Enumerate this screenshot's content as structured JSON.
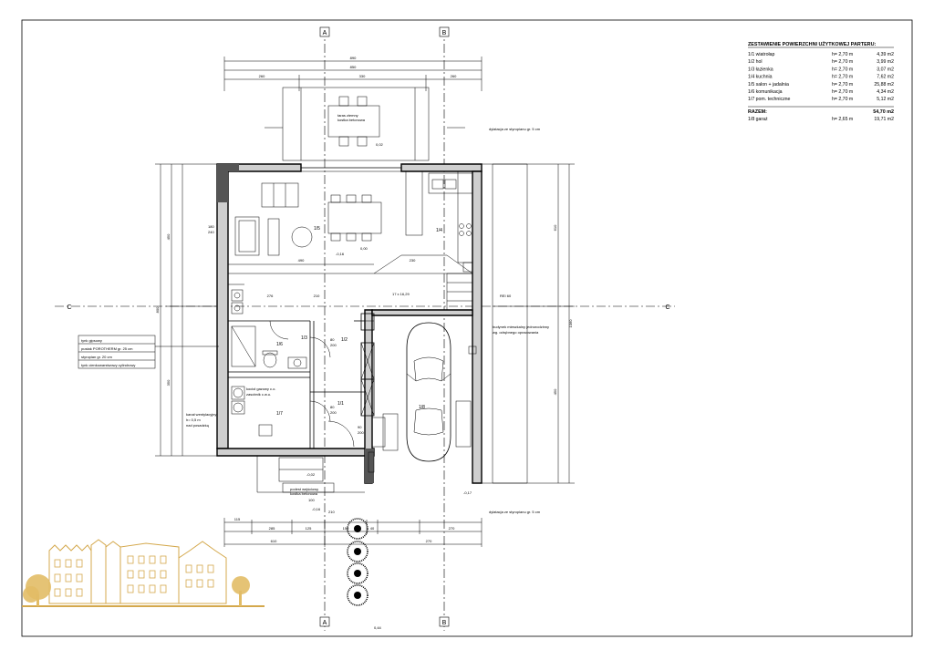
{
  "table": {
    "title": "ZESTAWIENIE POWIERZCHNI UŻYTKOWEJ PARTERU:",
    "rows": [
      {
        "name": "1/1 wiatrołap",
        "height": "h= 2,70 m",
        "area": "4,39 m2"
      },
      {
        "name": "1/2 hol",
        "height": "h= 2,70 m",
        "area": "3,99 m2"
      },
      {
        "name": "1/3 łazienka",
        "height": "h= 2,70 m",
        "area": "3,07 m2"
      },
      {
        "name": "1/4 kuchnia",
        "height": "h= 2,70 m",
        "area": "7,62 m2"
      },
      {
        "name": "1/5 salon + jadalnia",
        "height": "h= 2,70 m",
        "area": "25,88 m2"
      },
      {
        "name": "1/6 komunikacja",
        "height": "h= 2,70 m",
        "area": "4,34 m2"
      },
      {
        "name": "1/7 pom. techniczne",
        "height": "h= 2,70 m",
        "area": "5,12 m2"
      }
    ],
    "total_label": "RAZEM:",
    "total_value": "54,70 m2",
    "extra": {
      "name": "1/8 garaż",
      "height": "h= 2,65 m",
      "area": "19,71 m2"
    }
  },
  "axes": {
    "a": "A",
    "b": "B",
    "c": "C"
  },
  "labels": {
    "ins_top": "dylatacja ze styropianu gr. 5 cm",
    "ins_bottom": "dylatacja ze styropianu gr. 5 cm",
    "neighbor_line1": "budynek mieszkalny jednorodzinny",
    "neighbor_line2": "wg. odrębnego opracowania",
    "rei": "REI 60",
    "stairs": "17 x 16,29",
    "terrace_line1": "taras ziemny",
    "terrace_line2": "kostka betonowa",
    "wall_1": "tynk gipsowy",
    "wall_2": "pustak POROTHERM gr. 25 cm",
    "wall_3": "styropian gr. 20 cm",
    "wall_4": "tynk cienkowarstwowy cylindrowy",
    "chimney_line1": "kanał wentylacyjny",
    "chimney_line2": "h= 0,5 m",
    "chimney_line3": "nad posadzką",
    "boiler_line1": "kocioł gazowy c.o.",
    "boiler_line2": "zasobnik c.w.u.",
    "entry_line1": "podest wejściowy",
    "entry_line2": "kostka betonowa"
  },
  "rooms": {
    "r11": "1/1",
    "r12": "1/2",
    "r13": "1/3",
    "r14": "1/4",
    "r15": "1/5",
    "r16": "1/6",
    "r17": "1/7",
    "r18": "1/8"
  },
  "dims": {
    "top_outer": "890",
    "top_inner": "850",
    "top_seg_1": "260",
    "top_seg_2": "330",
    "top_seg_3": "260",
    "bot_seg_1": "115",
    "bot_seg_2": "285",
    "bot_seg_3": "125",
    "bot_seg_4": "150",
    "bot_seg_5": "40",
    "bot_seg_6": "270",
    "bot_sub_1": "610",
    "bot_sub_2": "270",
    "left_total": "800",
    "left_mid": "450",
    "left_low": "350",
    "right_total": "1060",
    "right_mid": "610",
    "right_low": "450",
    "room_a": "276",
    "room_b": "210",
    "room_c": "490",
    "room_d": "230",
    "door_1": "80",
    "door_2": "200",
    "door_3": "90",
    "door_4": "100",
    "level_1": "0,02",
    "level_2": "0,00",
    "level_3": "-0,16",
    "level_4": "-0,17",
    "level_5": "-0,02",
    "level_6": "0,44",
    "win_1": "180",
    "win_2": "240"
  }
}
